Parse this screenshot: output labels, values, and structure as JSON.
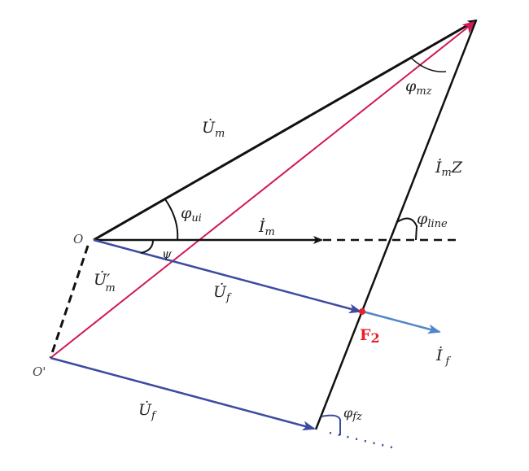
{
  "colors": {
    "black": "#111111",
    "red_line": "#d0185a",
    "blue": "#3d4aa0",
    "light_blue": "#4f86c6",
    "point_red": "#e8202a"
  },
  "points": {
    "origin": "O",
    "origin_prime": "O'",
    "fault": {
      "main": "F",
      "sub": "2"
    }
  },
  "labels": {
    "um": {
      "main": "U̇",
      "sub": "m"
    },
    "um_prime": {
      "main": "U̇′",
      "sub": "m"
    },
    "uf_upper": {
      "main": "U̇",
      "sub": "f"
    },
    "uf_lower": {
      "main": "U̇",
      "sub": "f"
    },
    "im": {
      "main": "İ",
      "sub": "m"
    },
    "if": {
      "main": "İ",
      "sub": "f"
    },
    "imz": {
      "main": "İ",
      "sub": "m",
      "tail": "Z"
    },
    "phi_mz": {
      "main": "φ",
      "sub": "mz"
    },
    "phi_ui": {
      "main": "φ",
      "sub": "ui"
    },
    "phi_line": {
      "main": "φ",
      "sub": "line"
    },
    "phi_fz": {
      "main": "φ",
      "sub": "fz"
    },
    "psi": "ψ"
  }
}
